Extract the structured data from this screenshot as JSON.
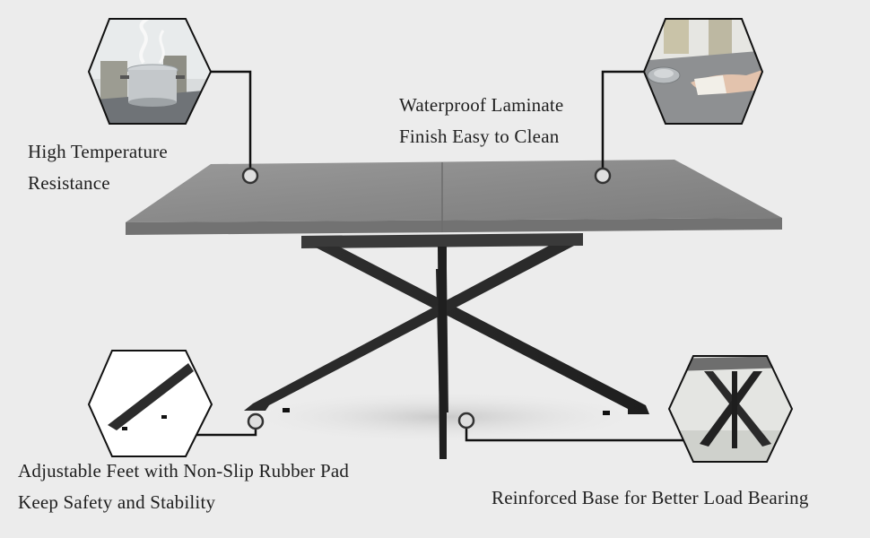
{
  "features": {
    "heat": {
      "line1": "High Temperature",
      "line2": "Resistance",
      "icon": "steaming-pot-icon"
    },
    "waterproof": {
      "line1": "Waterproof Laminate",
      "line2": "Finish Easy to Clean",
      "icon": "wiping-cloth-icon"
    },
    "feet": {
      "line1": "Adjustable Feet with Non-Slip Rubber Pad",
      "line2": "Keep Safety and Stability",
      "icon": "table-foot-icon"
    },
    "base": {
      "line1": "Reinforced Base for Better Load Bearing",
      "icon": "x-base-icon"
    }
  },
  "colors": {
    "background": "#ececec",
    "tabletop": "#8d8d8d",
    "frame": "#2b2b2b",
    "callout_line": "#111111"
  }
}
